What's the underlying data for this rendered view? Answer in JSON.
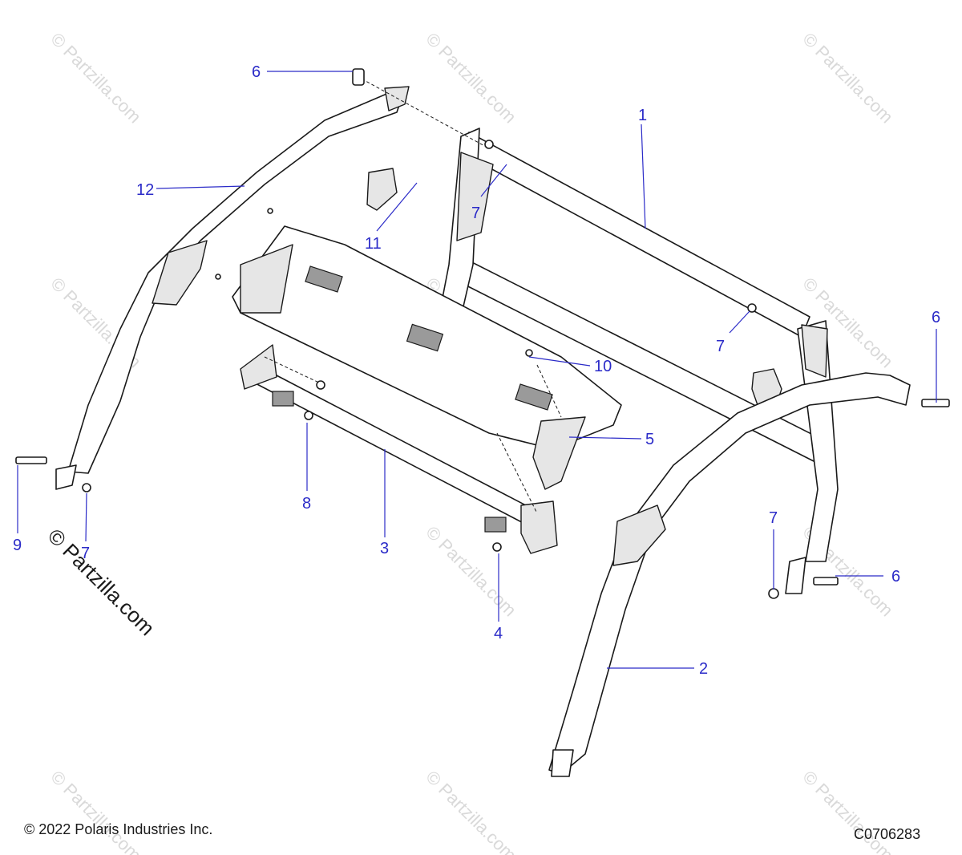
{
  "watermark": {
    "text": "© Partzilla.com"
  },
  "callouts": {
    "c1": "1",
    "c2": "2",
    "c3": "3",
    "c4": "4",
    "c5": "5",
    "c6a": "6",
    "c6b": "6",
    "c6c": "6",
    "c7a": "7",
    "c7b": "7",
    "c7c": "7",
    "c7d": "7",
    "c8": "8",
    "c9": "9",
    "c10": "10",
    "c11": "11",
    "c12": "12"
  },
  "footer": {
    "copyright": "© 2022 Polaris Industries Inc.",
    "code": "C0706283"
  }
}
